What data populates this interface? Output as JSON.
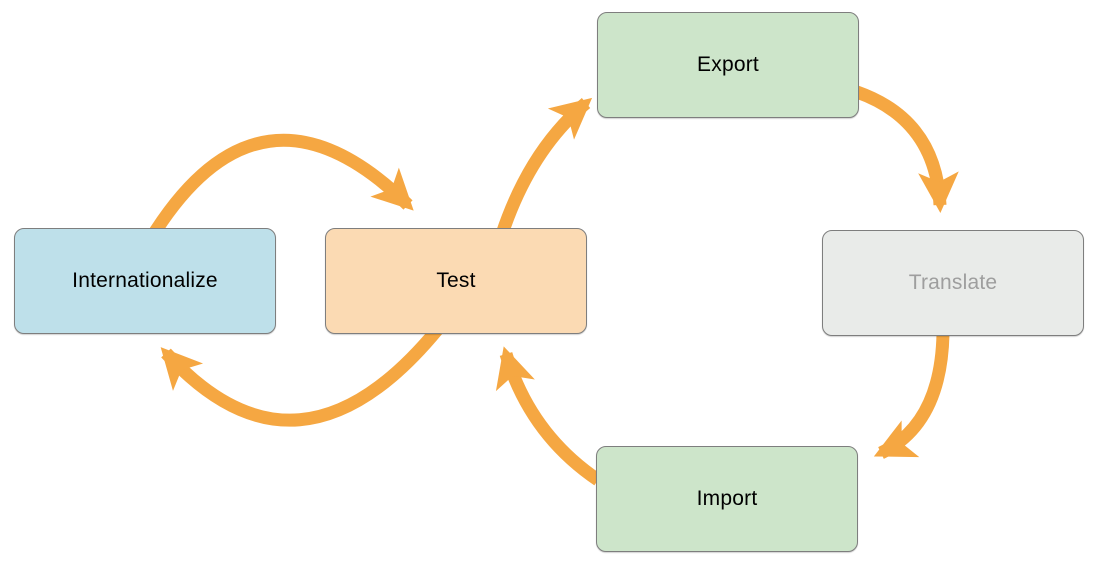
{
  "diagram": {
    "type": "flow-cycle",
    "nodes": [
      {
        "id": "internationalize",
        "label": "Internationalize",
        "fill": "#BEE0EA",
        "text_color": "#000000",
        "state": "active"
      },
      {
        "id": "test",
        "label": "Test",
        "fill": "#FBDAB3",
        "text_color": "#000000",
        "state": "active"
      },
      {
        "id": "export",
        "label": "Export",
        "fill": "#CDE5CA",
        "text_color": "#000000",
        "state": "active"
      },
      {
        "id": "translate",
        "label": "Translate",
        "fill": "#E9EBE9",
        "text_color": "#9E9E9E",
        "state": "inactive"
      },
      {
        "id": "import",
        "label": "Import",
        "fill": "#CDE5CA",
        "text_color": "#000000",
        "state": "active"
      }
    ],
    "edges": [
      {
        "from": "internationalize",
        "to": "test"
      },
      {
        "from": "test",
        "to": "internationalize"
      },
      {
        "from": "test",
        "to": "export"
      },
      {
        "from": "export",
        "to": "translate"
      },
      {
        "from": "translate",
        "to": "import"
      },
      {
        "from": "import",
        "to": "test"
      }
    ],
    "colors": {
      "arrow": "#F5A742",
      "node_border": "#7E7E7E",
      "background": "#FFFFFF"
    }
  }
}
